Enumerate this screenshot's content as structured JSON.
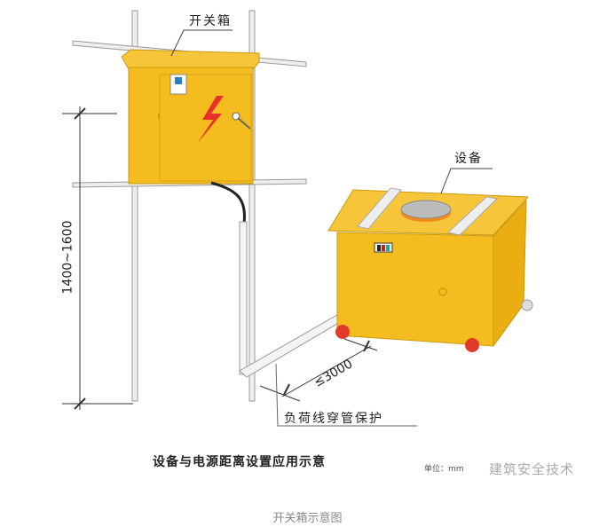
{
  "diagram": {
    "labels": {
      "switch_box": "开关箱",
      "equipment": "设备",
      "height_range": "1400~1600",
      "distance": "≤3000",
      "conduit_note": "负荷线穿管保护"
    },
    "title": "设备与电源距离设置应用示意",
    "unit": "单位：mm",
    "watermark": "建筑安全技术",
    "colors": {
      "box": "#f5bc1f",
      "lightning": "#e8312a",
      "wheel": "#e23a2a"
    }
  },
  "caption": "开关箱示意图"
}
